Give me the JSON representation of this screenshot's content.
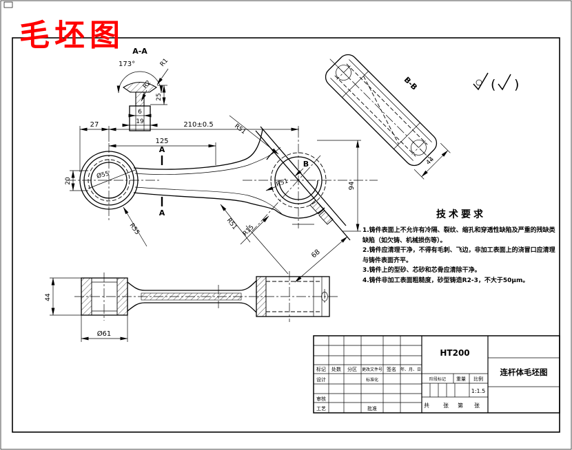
{
  "window": {
    "red_title": "毛坯图"
  },
  "surface": {
    "open": "(",
    "close": ")"
  },
  "views": {
    "aa": {
      "title": "A-A",
      "angle": "173°",
      "r1": "R1",
      "r2": "R2",
      "h25": "25",
      "web6": "6",
      "base19": "19"
    },
    "main": {
      "d27": "27",
      "d210": "210±0.5",
      "d125": "125",
      "a_top": "A",
      "a_bot": "A",
      "b": "B",
      "d20": "20",
      "dia55": "Ø55",
      "r55": "R55",
      "r51_top": "R51",
      "r51_mid": "R51",
      "r51_bot": "R51",
      "r15": "R15",
      "d94": "94",
      "d68": "68"
    },
    "bb": {
      "title": "B-B",
      "d44": "44"
    },
    "side": {
      "d44": "44",
      "dia61": "Ø61"
    }
  },
  "tech": {
    "title": "技术要求",
    "lines": [
      "1.铸件表面上不允许有冷隔、裂纹、缩孔和穿透性缺陷及严重的残缺类",
      "缺陷（如欠铸、机械损伤等）。",
      "2.铸件应清理干净，不得有毛刺、飞边，非加工表面上的浇冒口应清理",
      "与铸件表面齐平。",
      "3.铸件上的型砂、芯砂和芯骨应清除干净。",
      "4.铸件非加工表面粗糙度，砂型铸造R2-3，不大于50μm。"
    ]
  },
  "titleblock": {
    "material": "HT200",
    "drawing_name": "连杆体毛坯图",
    "cols": {
      "mark": "标记",
      "count": "处数",
      "zone": "分区",
      "file": "更改文件号",
      "sign": "签名",
      "date": "年、月、日"
    },
    "rows": {
      "design": "设计",
      "std": "标准化",
      "check": "审核",
      "process": "工艺",
      "approve": "批准"
    },
    "stage": "阶段标记",
    "weight": "重量",
    "scale": "比例",
    "scale_val": "1:1.5",
    "sheet": {
      "total_label": "共",
      "sheet_label": "张",
      "no_label": "第",
      "sheet_label2": "张"
    }
  }
}
